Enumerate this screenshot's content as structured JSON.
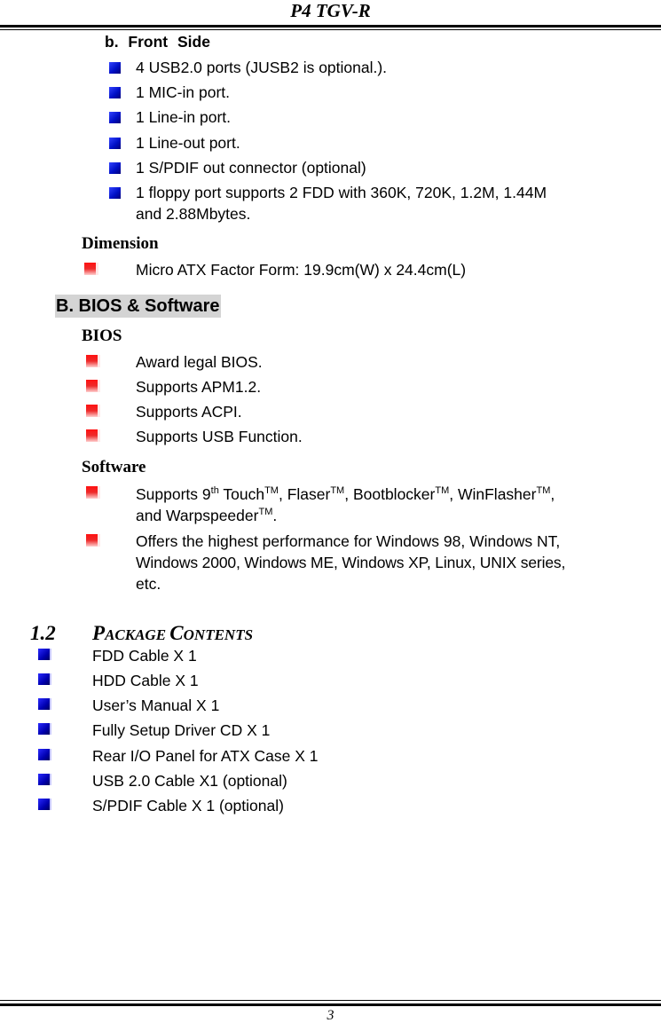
{
  "header": {
    "title": "P4 TGV-R"
  },
  "front_side": {
    "heading": "b.   Front Side",
    "items": [
      "4 USB2.0 ports (JUSB2 is optional.).",
      "1 MIC-in port.",
      "1 Line-in port.",
      "1 Line-out port.",
      "1 S/PDIF out connector (optional)",
      "1 floppy port supports 2 FDD with 360K, 720K, 1.2M, 1.44M",
      "and 2.88Mbytes."
    ]
  },
  "dimension": {
    "heading": "Dimension",
    "item": "Micro ATX Factor Form: 19.9cm(W) x 24.4cm(L)"
  },
  "section_b": {
    "title": "B. BIOS & Software"
  },
  "bios": {
    "heading": "BIOS",
    "items": [
      "Award legal BIOS.",
      "Supports APM1.2.",
      "Supports ACPI.",
      "Supports USB Function."
    ]
  },
  "software": {
    "heading": "Software",
    "item1": {
      "p1": "Supports 9",
      "sup1": "th",
      "p2": " Touch",
      "sup2": "TM",
      "p3": ", Flaser",
      "sup3": "TM",
      "p4": ", Bootblocker",
      "sup4": "TM",
      "p5": ", WinFlasher",
      "sup5": "TM",
      "p6": ",",
      "line2a": "and Warpspeeder",
      "sup6": "TM",
      "line2b": "."
    },
    "item2": [
      "Offers the highest performance for Windows 98, Windows NT,",
      "Windows 2000, Windows ME, Windows XP, Linux, UNIX series,",
      "etc."
    ]
  },
  "package": {
    "number": "1.2",
    "title_p": "P",
    "title_ackage": "ACKAGE ",
    "title_c": "C",
    "title_ontents": "ONTENTS",
    "items": [
      "FDD Cable X 1",
      "HDD Cable X 1",
      "User’s Manual X 1",
      "Fully Setup Driver CD X 1",
      "Rear I/O Panel for ATX Case X 1",
      "USB 2.0 Cable X1 (optional)",
      "S/PDIF Cable X 1 (optional)"
    ]
  },
  "footer": {
    "page_number": "3"
  }
}
